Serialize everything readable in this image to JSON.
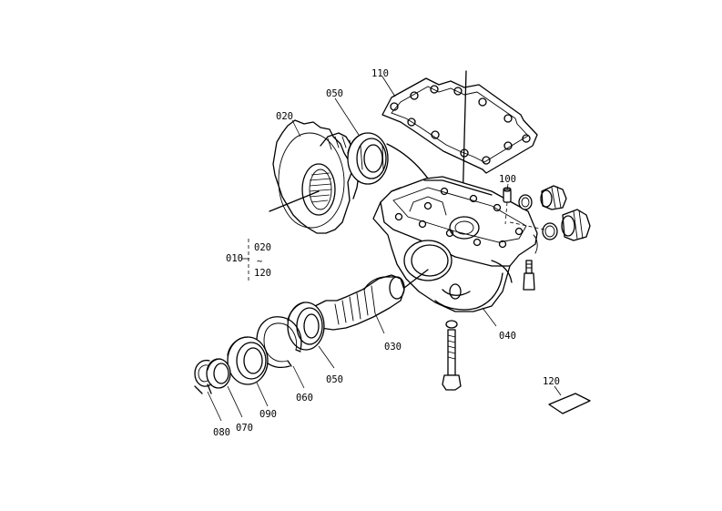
{
  "diagram": {
    "parts": [
      {
        "id": "p010",
        "label": "010"
      },
      {
        "id": "p020",
        "label": "020"
      },
      {
        "id": "p020r",
        "label": "020"
      },
      {
        "id": "p030",
        "label": "030"
      },
      {
        "id": "p040",
        "label": "040"
      },
      {
        "id": "p050a",
        "label": "050"
      },
      {
        "id": "p050b",
        "label": "050"
      },
      {
        "id": "p060",
        "label": "060"
      },
      {
        "id": "p070",
        "label": "070"
      },
      {
        "id": "p080",
        "label": "080"
      },
      {
        "id": "p090",
        "label": "090"
      },
      {
        "id": "p100",
        "label": "100"
      },
      {
        "id": "p110",
        "label": "110"
      },
      {
        "id": "p120",
        "label": "120"
      },
      {
        "id": "p120r",
        "label": "120"
      }
    ],
    "range_symbol": "~"
  }
}
